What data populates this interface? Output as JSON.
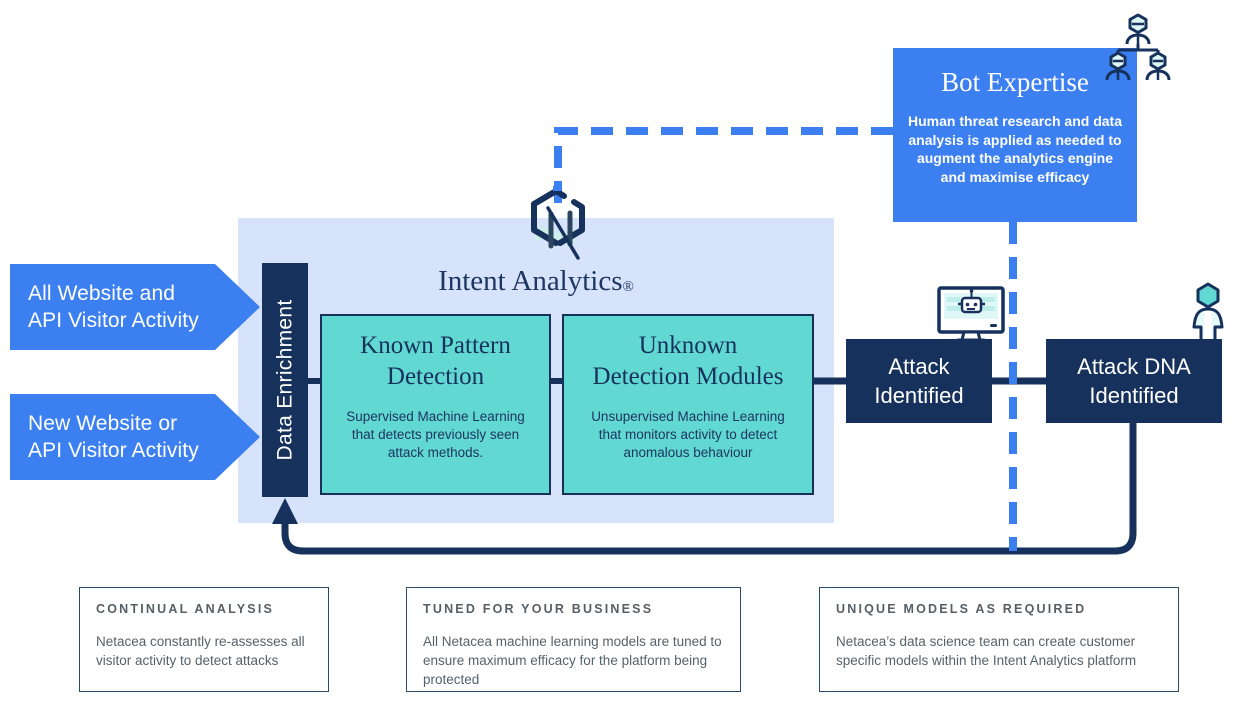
{
  "colors": {
    "brand_blue": "#3b7ff0",
    "navy": "#16325c",
    "teal": "#62d8d2",
    "panel_blue": "#d7e3fb",
    "note_border": "#2a4a6b",
    "note_text": "#55626b"
  },
  "inputs": [
    {
      "id": "all-traffic",
      "line1": "All  Website and",
      "line2": "API Visitor Activity"
    },
    {
      "id": "new-traffic",
      "line1": "New Website or",
      "line2": "API Visitor Activity"
    }
  ],
  "data_enrichment": {
    "label": "Data Enrichment"
  },
  "intent_analytics": {
    "title": "Intent Analytics",
    "registered_mark": "®",
    "logo_icon": "netacea-hex-n-logo-icon",
    "modules": [
      {
        "id": "known-pattern-detection",
        "title_line1": "Known Pattern",
        "title_line2": "Detection",
        "description": "Supervised Machine Learning that detects previously seen attack methods."
      },
      {
        "id": "unknown-detection-modules",
        "title_line1": "Unknown",
        "title_line2": "Detection Modules",
        "description": "Unsupervised Machine Learning that monitors activity to detect anomalous behaviour"
      }
    ]
  },
  "outcomes": [
    {
      "id": "attack-identified",
      "line1": "Attack",
      "line2": "Identified",
      "icon": "monitor-robot-icon"
    },
    {
      "id": "attack-dna-identified",
      "line1": "Attack DNA",
      "line2": "Identified",
      "icon": "person-icon"
    }
  ],
  "bot_expertise": {
    "title": "Bot Expertise",
    "body": "Human threat research and data analysis is applied as needed to augment the analytics engine and maximise efficacy",
    "icon": "people-org-chart-icon"
  },
  "notes": [
    {
      "id": "continual-analysis",
      "heading": "CONTINUAL ANALYSIS",
      "body": "Netacea constantly re-assesses all visitor activity to detect attacks"
    },
    {
      "id": "tuned-for-your-business",
      "heading": "TUNED FOR YOUR BUSINESS",
      "body": "All Netacea machine learning models are tuned to ensure maximum efficacy for the platform being protected"
    },
    {
      "id": "unique-models-as-required",
      "heading": "UNIQUE MODELS AS REQUIRED",
      "body": "Netacea’s data science team can create customer specific models within the Intent Analytics platform"
    }
  ]
}
